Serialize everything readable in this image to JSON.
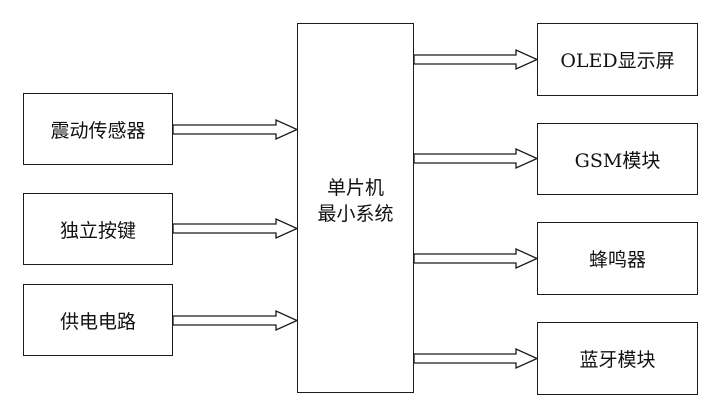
{
  "inputs": [
    {
      "label": "震动传感器"
    },
    {
      "label": "独立按键"
    },
    {
      "label": "供电电路"
    }
  ],
  "mcu": {
    "line1": "单片机",
    "line2": "最小系统"
  },
  "outputs": [
    {
      "label": "OLED显示屏"
    },
    {
      "label": "GSM模块"
    },
    {
      "label": "蜂鸣器"
    },
    {
      "label": "蓝牙模块"
    }
  ],
  "colors": {
    "stroke": "#1a1a1a",
    "background": "#ffffff",
    "text": "#111111"
  }
}
